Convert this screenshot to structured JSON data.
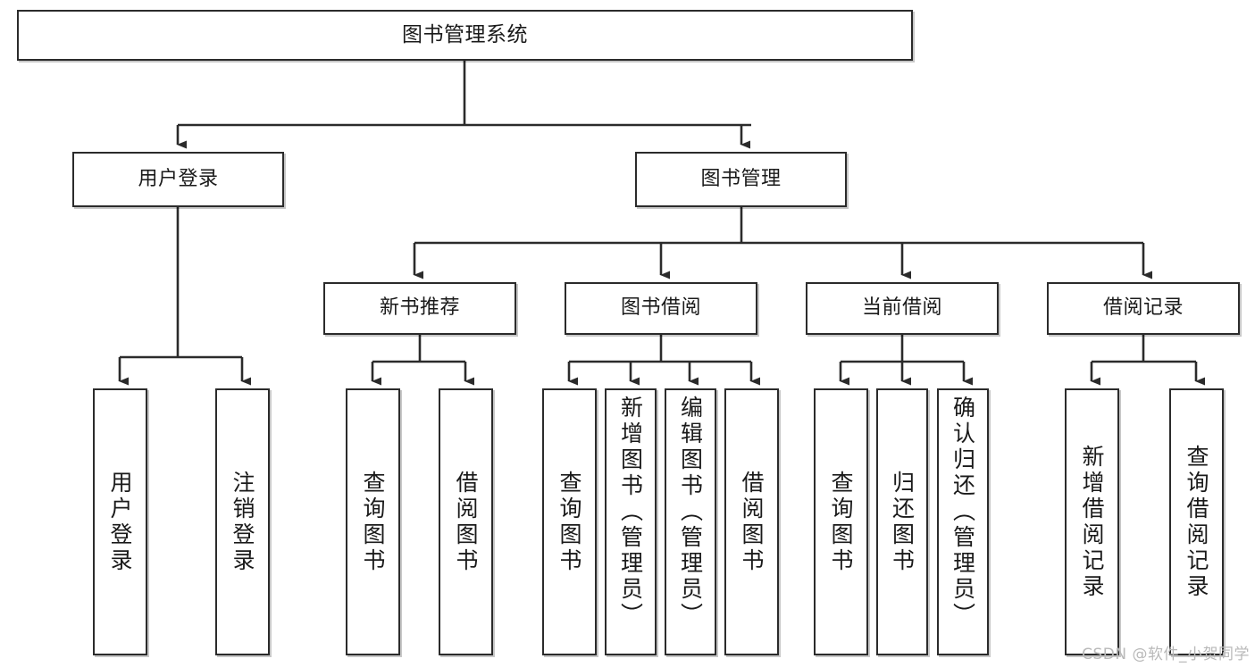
{
  "diagram": {
    "type": "tree-hierarchy-diagram",
    "title": "图书管理系统",
    "watermark": "CSDN @软件_小贺同学",
    "colors": {
      "stroke": "#2b2b2b",
      "fill": "#ffffff",
      "text": "#1a1a1a",
      "watermark": "#b9b9b9"
    },
    "levels": {
      "level1": [
        "图书管理系统"
      ],
      "level2": [
        "用户登录",
        "图书管理"
      ],
      "level3": [
        "新书推荐",
        "图书借阅",
        "当前借阅",
        "借阅记录"
      ],
      "level4": [
        "用户登录",
        "注销登录",
        "查询图书",
        "借阅图书",
        "查询图书",
        "新增图书（管理员）",
        "编辑图书（管理员）",
        "借阅图书",
        "查询图书",
        "归还图书",
        "确认归还（管理员）",
        "新增借阅记录",
        "查询借阅记录"
      ]
    },
    "nodes": {
      "root": {
        "label": "图书管理系统"
      },
      "user_login": {
        "label": "用户登录"
      },
      "book_mgmt": {
        "label": "图书管理"
      },
      "new_book_rec": {
        "label": "新书推荐"
      },
      "book_borrow": {
        "label": "图书借阅"
      },
      "current_borrow": {
        "label": "当前借阅"
      },
      "borrow_record": {
        "label": "借阅记录"
      },
      "leaf_user_login": {
        "label": "用户登录"
      },
      "leaf_logout": {
        "label": "注销登录"
      },
      "leaf_query_book_1": {
        "label": "查询图书"
      },
      "leaf_borrow_book_1": {
        "label": "借阅图书"
      },
      "leaf_query_book_2": {
        "label": "查询图书"
      },
      "leaf_add_book": {
        "label": "新增图书（管理员）"
      },
      "leaf_edit_book": {
        "label": "编辑图书（管理员）"
      },
      "leaf_borrow_book_2": {
        "label": "借阅图书"
      },
      "leaf_query_book_3": {
        "label": "查询图书"
      },
      "leaf_return_book": {
        "label": "归还图书"
      },
      "leaf_confirm_return": {
        "label": "确认归还（管理员）"
      },
      "leaf_add_record": {
        "label": "新增借阅记录"
      },
      "leaf_query_record": {
        "label": "查询借阅记录"
      }
    },
    "edges": [
      {
        "from": "root",
        "to": "user_login"
      },
      {
        "from": "root",
        "to": "book_mgmt"
      },
      {
        "from": "user_login",
        "to": "leaf_user_login"
      },
      {
        "from": "user_login",
        "to": "leaf_logout"
      },
      {
        "from": "book_mgmt",
        "to": "new_book_rec"
      },
      {
        "from": "book_mgmt",
        "to": "book_borrow"
      },
      {
        "from": "book_mgmt",
        "to": "current_borrow"
      },
      {
        "from": "book_mgmt",
        "to": "borrow_record"
      },
      {
        "from": "new_book_rec",
        "to": "leaf_query_book_1"
      },
      {
        "from": "new_book_rec",
        "to": "leaf_borrow_book_1"
      },
      {
        "from": "book_borrow",
        "to": "leaf_query_book_2"
      },
      {
        "from": "book_borrow",
        "to": "leaf_add_book"
      },
      {
        "from": "book_borrow",
        "to": "leaf_edit_book"
      },
      {
        "from": "book_borrow",
        "to": "leaf_borrow_book_2"
      },
      {
        "from": "current_borrow",
        "to": "leaf_query_book_3"
      },
      {
        "from": "current_borrow",
        "to": "leaf_return_book"
      },
      {
        "from": "current_borrow",
        "to": "leaf_confirm_return"
      },
      {
        "from": "borrow_record",
        "to": "leaf_add_record"
      },
      {
        "from": "borrow_record",
        "to": "leaf_query_record"
      }
    ]
  }
}
